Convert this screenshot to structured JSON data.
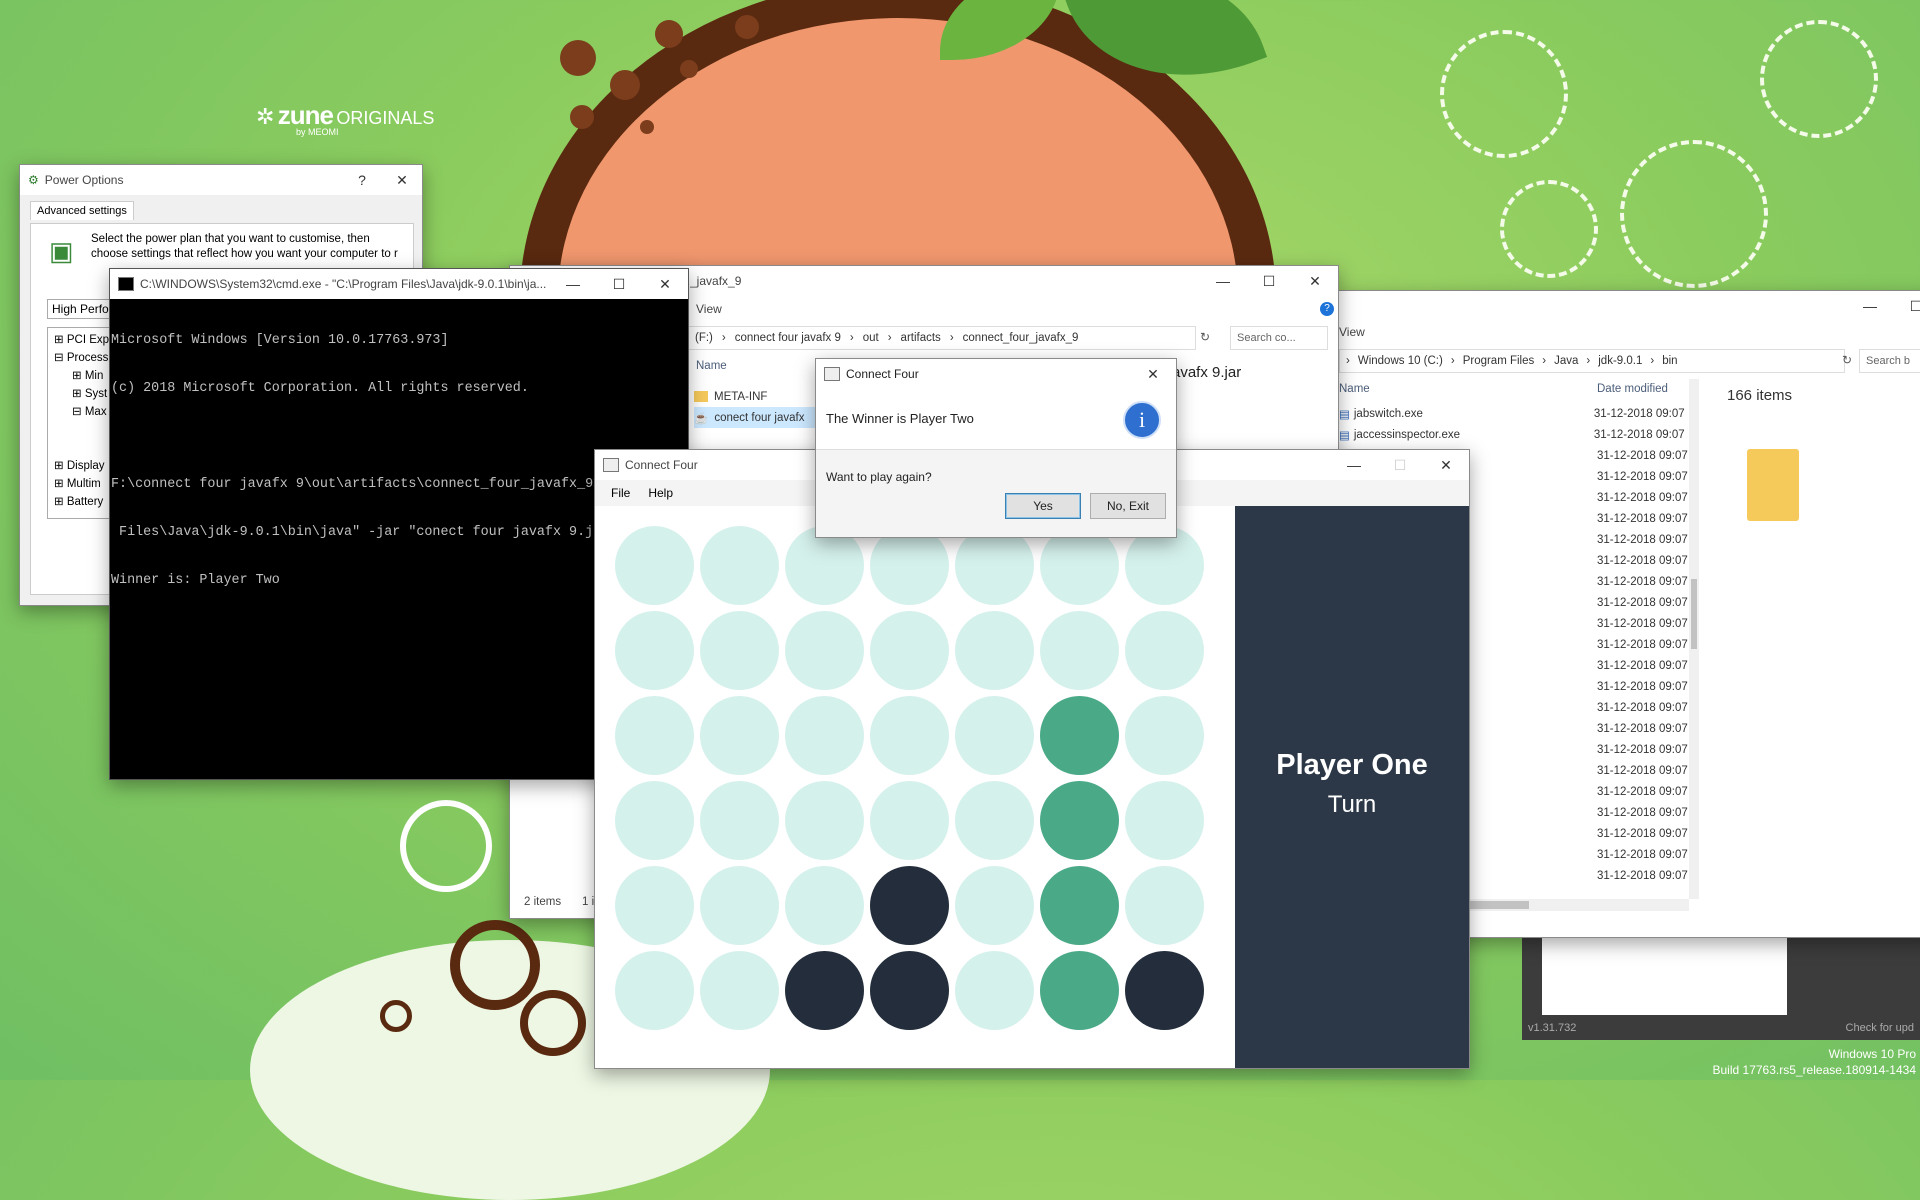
{
  "desktop": {
    "logo_text": "zune",
    "logo_sub": "ORIGINALS",
    "logo_by": "by MEOMI",
    "os_name": "Windows 10 Pro",
    "build": "Build 17763.rs5_release.180914-1434",
    "version": "v1.31.732",
    "check_text": "Check for upd"
  },
  "power_options": {
    "title": "Power Options",
    "help": "?",
    "tab": "Advanced settings",
    "description": "Select the power plan that you want to customise, then choose settings that reflect how you want your computer to r",
    "plan": "High Perfor",
    "tree": [
      "PCI Exp",
      "Process",
      "Min",
      "Syst",
      "Max",
      "Display",
      "Multim",
      "Battery"
    ]
  },
  "cmd": {
    "title": "C:\\WINDOWS\\System32\\cmd.exe - \"C:\\Program Files\\Java\\jdk-9.0.1\\bin\\ja...",
    "lines": [
      "Microsoft Windows [Version 10.0.17763.973]",
      "(c) 2018 Microsoft Corporation. All rights reserved.",
      "",
      "F:\\connect four javafx 9\\out\\artifacts\\connect_four_javafx_9>\"C:\\Program",
      " Files\\Java\\jdk-9.0.1\\bin\\java\" -jar \"conect four javafx 9.jar\"",
      "Winner is: Player Two"
    ]
  },
  "explorer1": {
    "title": "_javafx_9",
    "menu_view": "View",
    "path": [
      "(F:)",
      "connect four javafx 9",
      "out",
      "artifacts",
      "connect_four_javafx_9"
    ],
    "search_placeholder": "Search co...",
    "col_name": "Name",
    "files": [
      "META-INF",
      "conect four javafx"
    ],
    "preview": "avafx 9.jar",
    "status_items": "2 items",
    "status_sel": "1 i"
  },
  "explorer2": {
    "menu_view": "View",
    "path": [
      "Windows 10 (C:)",
      "Program Files",
      "Java",
      "jdk-9.0.1",
      "bin"
    ],
    "search_placeholder": "Search b",
    "col_name": "Name",
    "col_date": "Date modified",
    "files": [
      "jabswitch.exe",
      "jaccessinspector.exe"
    ],
    "date": "31-12-2018 09:07",
    "items_count": "166 items"
  },
  "dialog": {
    "title": "Connect Four",
    "header": "The Winner is Player Two",
    "question": "Want to play again?",
    "yes": "Yes",
    "no": "No, Exit"
  },
  "game": {
    "title": "Connect Four",
    "menu": [
      "File",
      "Help"
    ],
    "player": "Player One",
    "turn": "Turn",
    "colors": {
      "empty": "#d5f1ec",
      "one": "#4aa987",
      "two": "#232d3b",
      "panel": "#2c3848"
    },
    "board": [
      [
        0,
        0,
        0,
        0,
        0,
        0,
        0
      ],
      [
        0,
        0,
        0,
        0,
        0,
        0,
        0
      ],
      [
        0,
        0,
        0,
        0,
        0,
        1,
        0
      ],
      [
        0,
        0,
        0,
        0,
        0,
        1,
        0
      ],
      [
        0,
        0,
        0,
        2,
        0,
        1,
        0
      ],
      [
        0,
        0,
        2,
        2,
        0,
        1,
        2
      ]
    ]
  }
}
